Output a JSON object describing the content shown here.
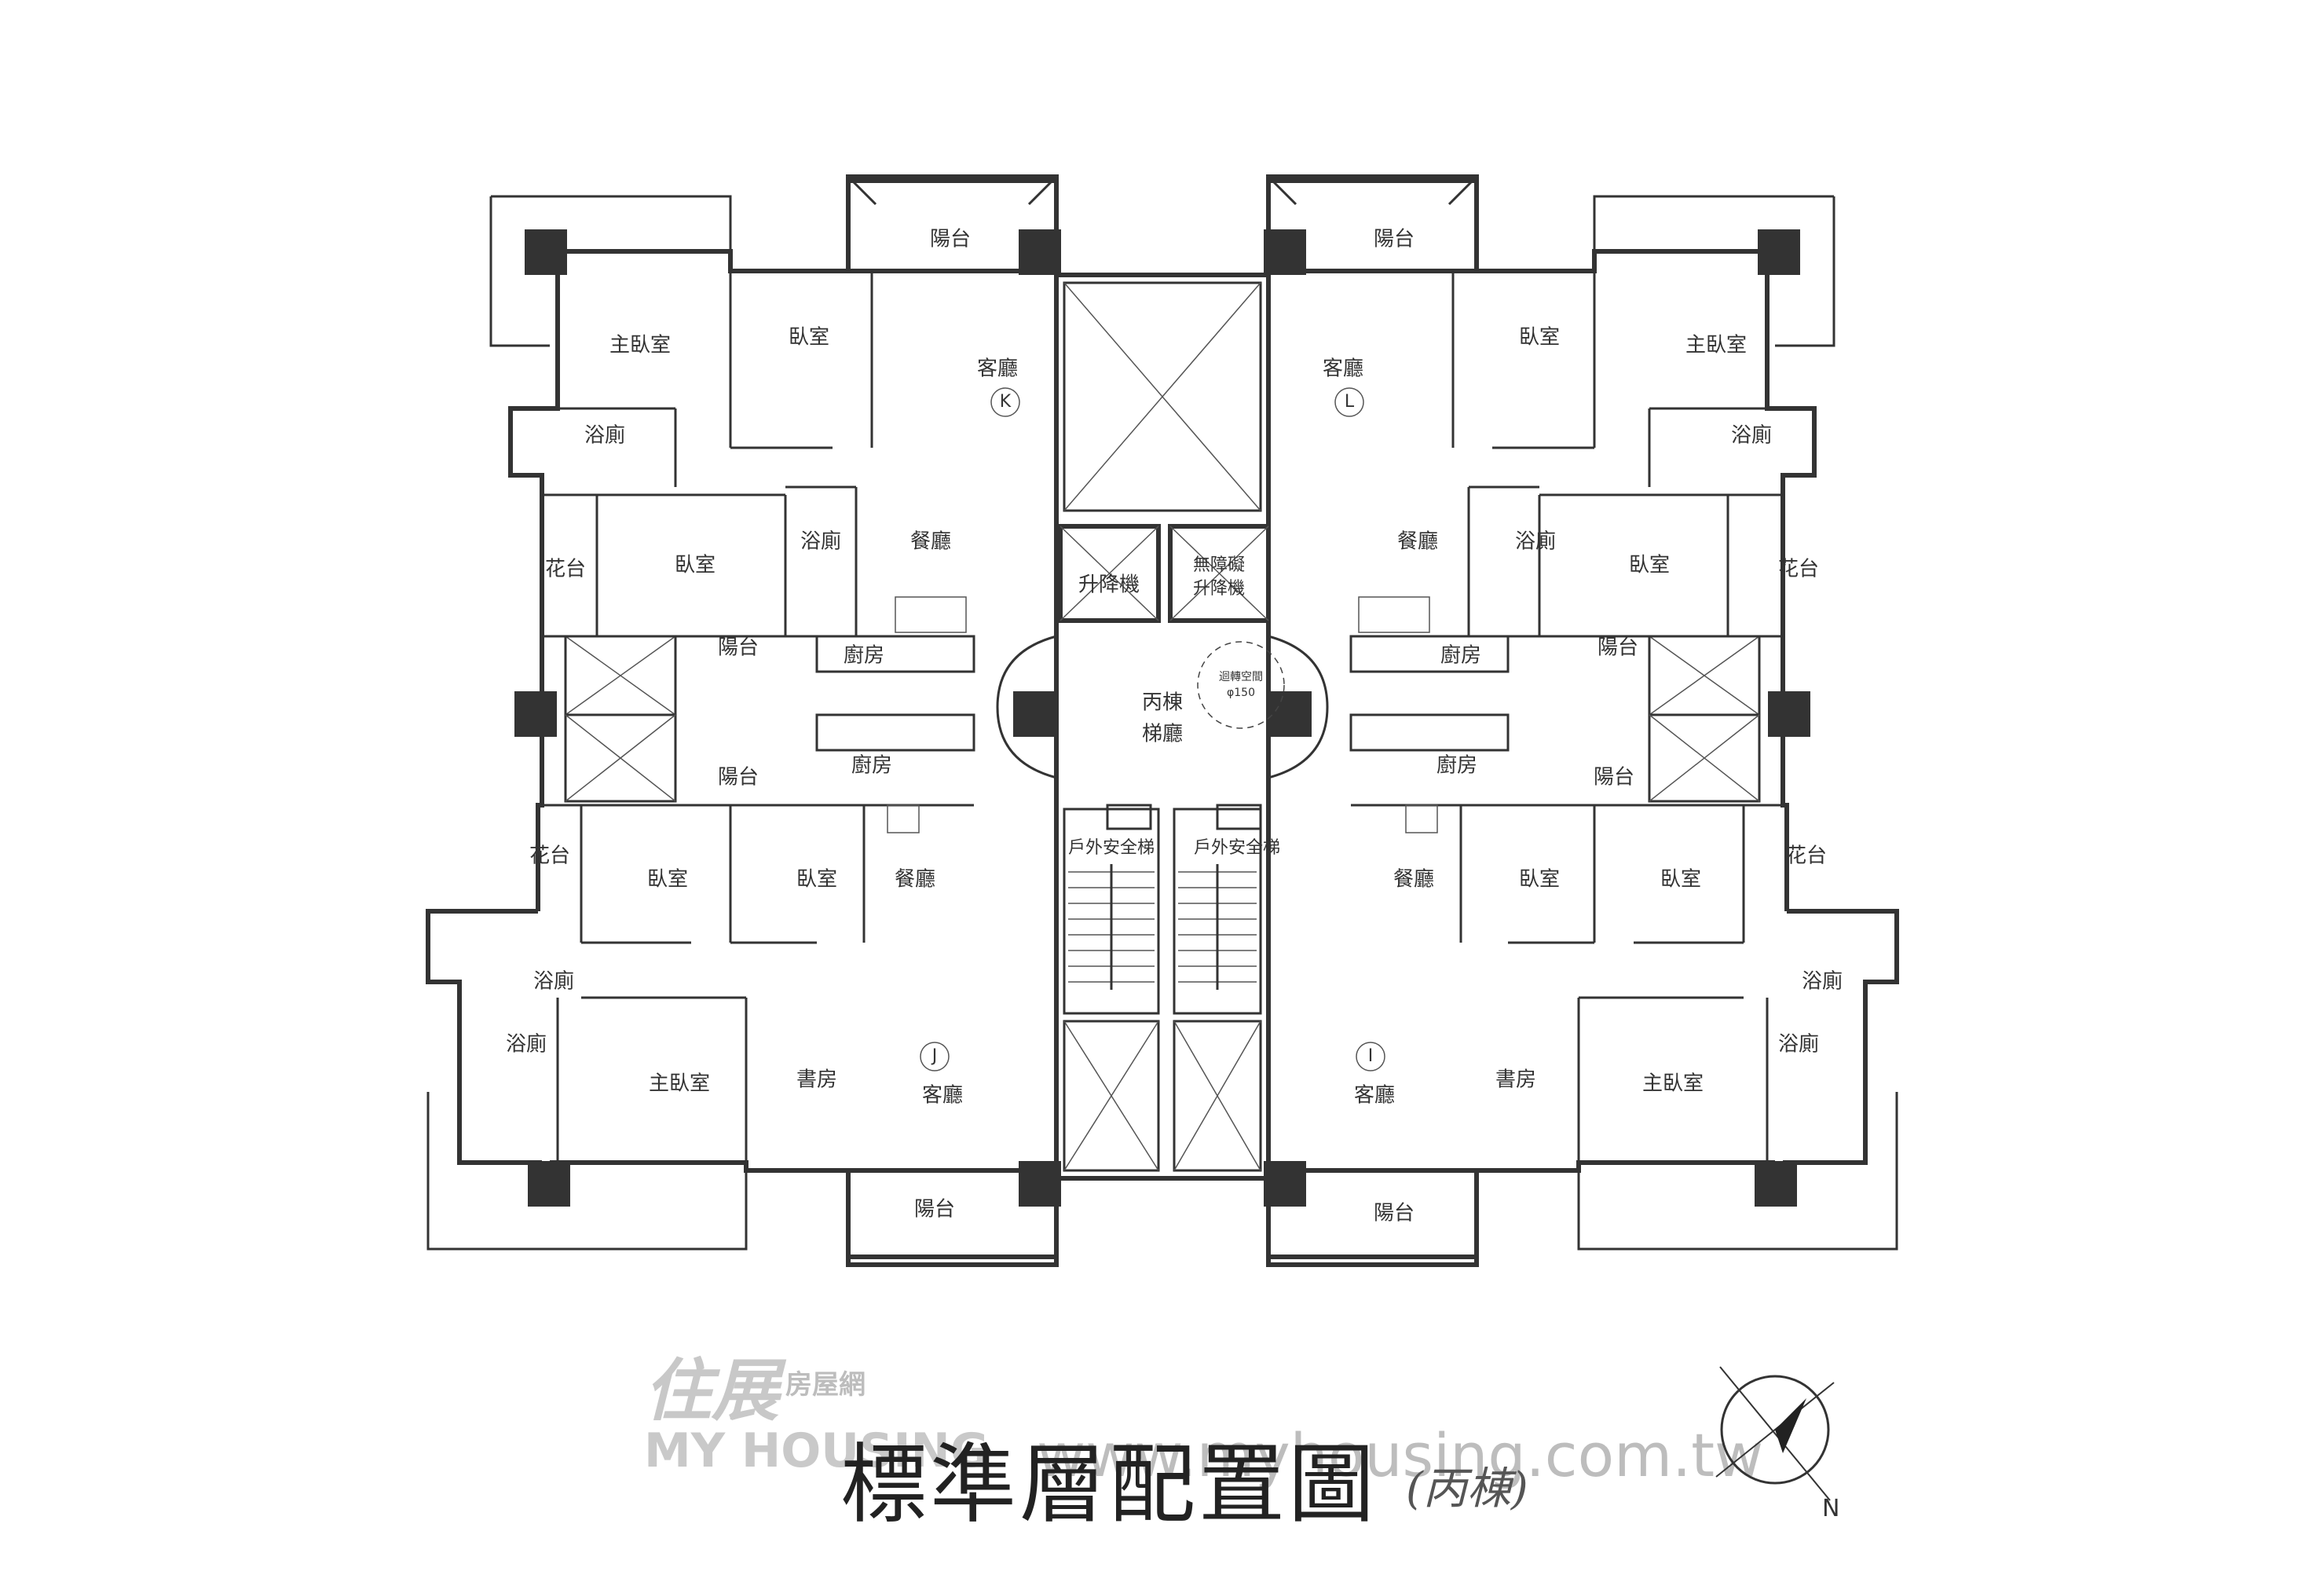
{
  "title": "標準層配置圖",
  "subtitle": "(丙棟)",
  "watermark": {
    "brand_cn": "住展",
    "brand_house": "房屋網",
    "brand_en": "MY HOUSING",
    "url": "www.myhousing.com.tw"
  },
  "compass_label": "N",
  "units": {
    "K": "K",
    "L": "L",
    "J": "J",
    "I": "I"
  },
  "rooms": {
    "balcony": "陽台",
    "master_bedroom": "主臥室",
    "bedroom": "臥室",
    "living_room": "客廳",
    "bathroom": "浴廁",
    "dining_room": "餐廳",
    "flower_bed": "花台",
    "kitchen": "廚房",
    "study": "書房",
    "elevator": "升降機",
    "accessible_elevator_top": "無障礙",
    "accessible_elevator_bottom": "升降機",
    "lobby_top": "丙棟",
    "lobby_bottom": "梯廳",
    "outdoor_stair": "戶外安全梯",
    "turning_space_top": "迴轉空間",
    "turning_space_bottom": "φ150"
  }
}
